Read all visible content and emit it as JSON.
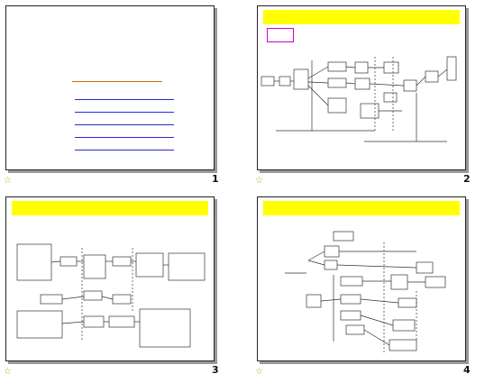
{
  "slides": [
    {
      "number": "1",
      "star": "☆",
      "title_line1": "",
      "title_line2": "",
      "toc_heading": "",
      "links": [
        "",
        "",
        "",
        "",
        ""
      ]
    },
    {
      "number": "2",
      "star": "☆",
      "unit_heading": "",
      "knowledge_frame": "",
      "sub_heading": ""
    },
    {
      "number": "3",
      "star": "☆",
      "unit_heading": "",
      "sub_heading": ""
    },
    {
      "number": "4",
      "star": "☆",
      "unit_heading": "",
      "sub_heading": ""
    }
  ],
  "colors": {
    "heading_band": "#ffff00",
    "link_blue": "#2a2ad0",
    "toc_red": "#d01010",
    "frame_magenta": "#d000c0"
  }
}
